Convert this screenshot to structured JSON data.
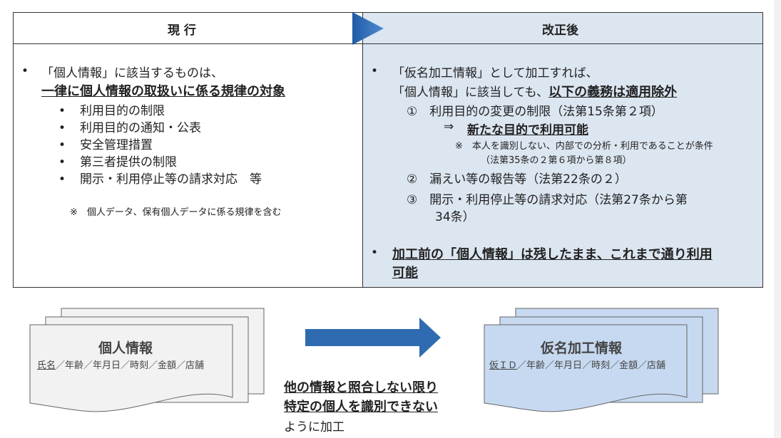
{
  "header": {
    "current": "現 行",
    "revised": "改正後"
  },
  "current": {
    "intro": "「個人情報」に該当するものは、",
    "emphasis": "一律に個人情報の取扱いに係る規律の対象",
    "items": [
      "利用目的の制限",
      "利用目的の通知・公表",
      "安全管理措置",
      "第三者提供の制限",
      "開示・利用停止等の請求対応　等"
    ],
    "note": "※　個人データ、保有個人データに係る規律を含む"
  },
  "revised": {
    "intro": "「仮名加工情報」として加工すれば、",
    "intro2_prefix": "「個人情報」に該当しても、",
    "intro2_emphasis": "以下の義務は適用除外",
    "item1": "①　利用目的の変更の制限（法第15条第２項）",
    "item1_arrow": "⇒",
    "item1_result": "新たな目的で利用可能",
    "item1_note": "※　本人を識別しない、内部での分析・利用であることが条件",
    "item1_note2": "（法第35条の２第６項から第８項）",
    "item2": "②　漏えい等の報告等（法第22条の２）",
    "item3": "③　開示・利用停止等の請求対応（法第27条から第",
    "item3b": "34条）",
    "bullet2a": "加工前の「個人情報」は残したまま、これまで通り利用",
    "bullet2b": "可能"
  },
  "diagram": {
    "left_title": "個人情報",
    "left_underlined": "氏名",
    "left_rest": "／年齢／年月日／時刻／金額／店舗",
    "right_title": "仮名加工情報",
    "right_underlined": "仮ＩＤ",
    "right_rest": "／年齢／年月日／時刻／金額／店舗",
    "caption1": "他の情報と照合しない限り",
    "caption2": "特定の個人を識別できない",
    "caption3": "ように加工"
  },
  "colors": {
    "revised_bg": "#dce6f1",
    "arrow": "#2e6bb0",
    "right_doc": "#c6d9f0",
    "left_doc": "#f2f2f2"
  }
}
